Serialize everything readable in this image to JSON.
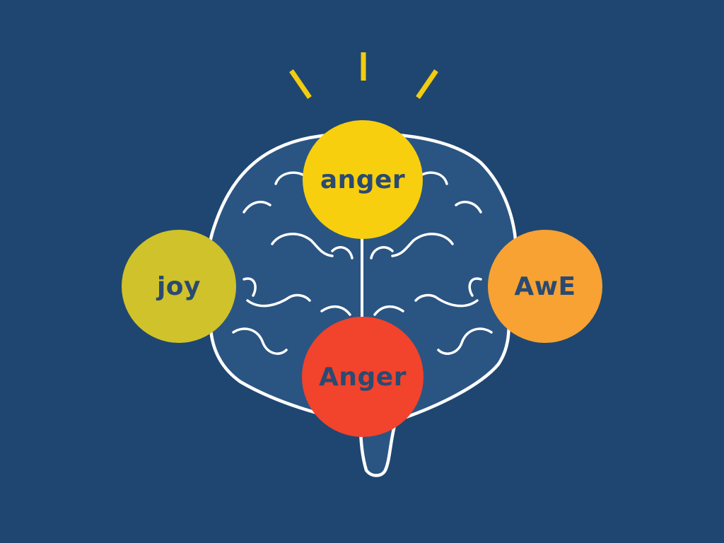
{
  "colors": {
    "background": "#1f4670",
    "brain_fill": "#2a5583",
    "brain_stroke": "#ffffff",
    "rays": "#f2cc0f",
    "text": "#2a4a72"
  },
  "nodes": [
    {
      "key": "top",
      "label": "anger",
      "color": "#f7cf0e",
      "icon": "circle"
    },
    {
      "key": "left",
      "label": "joy",
      "color": "#cfc22a",
      "icon": "circle"
    },
    {
      "key": "right",
      "label": "AwE",
      "color": "#f7a233",
      "icon": "circle"
    },
    {
      "key": "bottom",
      "label": "Anger",
      "color": "#f2432c",
      "icon": "circle"
    }
  ],
  "decorations": {
    "brain_icon": "brain-outline-icon",
    "rays_icon": "light-rays-icon"
  }
}
